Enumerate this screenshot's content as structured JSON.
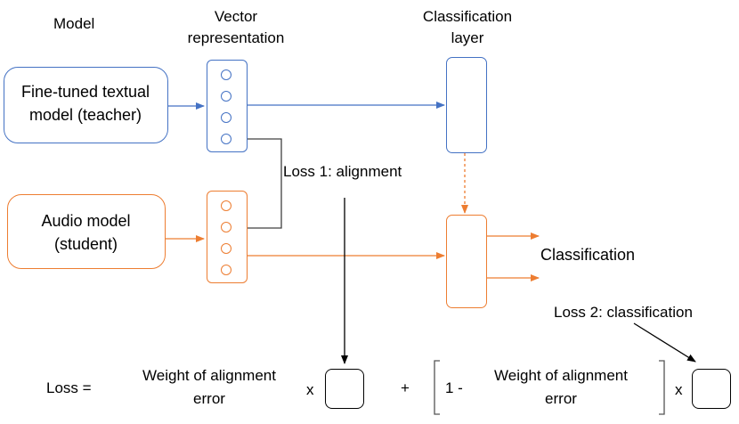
{
  "headers": {
    "model": "Model",
    "vector_line1": "Vector",
    "vector_line2": "representation",
    "classif_line1": "Classification",
    "classif_line2": "layer"
  },
  "teacher": {
    "line1": "Fine-tuned textual",
    "line2": "model (teacher)"
  },
  "student": {
    "line1": "Audio model",
    "line2": "(student)"
  },
  "loss1": "Loss 1: alignment",
  "loss2": "Loss 2: classification",
  "classification": "Classification",
  "formula": {
    "loss": "Loss =",
    "weight_line1": "Weight of alignment",
    "weight_line2": "error",
    "times1": "x",
    "plus": "+",
    "one_minus": "1 -",
    "weight2_line1": "Weight of alignment",
    "weight2_line2": "error",
    "times2": "x"
  },
  "colors": {
    "teacher": "#4472c4",
    "student": "#ed7d31",
    "loss": "#000000"
  }
}
